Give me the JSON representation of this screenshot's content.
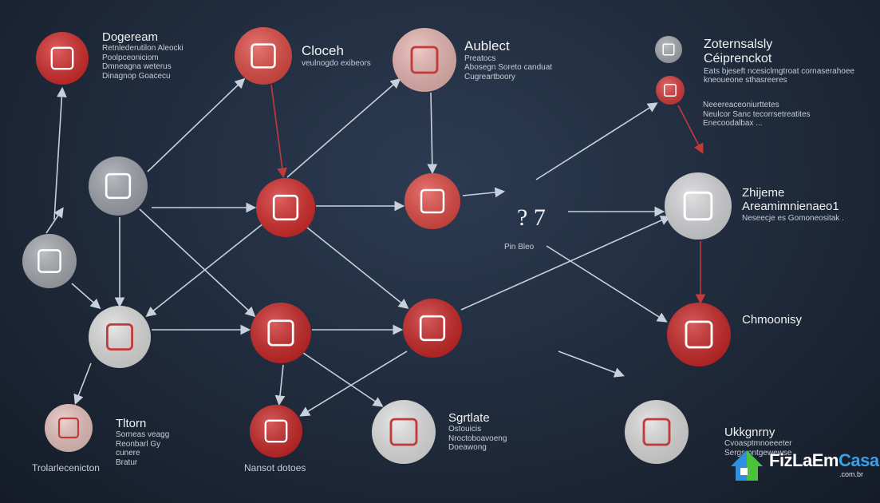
{
  "colors": {
    "background": "#1f2a3b",
    "red": "#d42b2b",
    "coral": "#e04a44",
    "gray": "#b9bcc2",
    "light": "#e3e3e3",
    "edge": "#c9d0dc",
    "red_edge": "#c23a3a"
  },
  "nodes": [
    {
      "id": "n1",
      "icon": "briefcase-icon",
      "fill": "#d42b2b"
    },
    {
      "id": "n2",
      "icon": "home-hexagon-icon",
      "fill": "#e04a44"
    },
    {
      "id": "n3",
      "icon": "document-icon",
      "fill": "#e8b6b2"
    },
    {
      "id": "n4",
      "icon": "tag-icon",
      "fill": "#a5a8ae"
    },
    {
      "id": "n5",
      "icon": "face-icon",
      "fill": "#d43a3a"
    },
    {
      "id": "n6",
      "icon": "swirl-icon",
      "fill": "#9fa3aa"
    },
    {
      "id": "n7",
      "icon": "building-icon",
      "fill": "#d42b2b"
    },
    {
      "id": "n8",
      "icon": "wifi-icon",
      "fill": "#e04a44"
    },
    {
      "id": "n9",
      "icon": "knot-icon",
      "fill": "#a5a8ae"
    },
    {
      "id": "n10",
      "icon": "people-icon",
      "fill": "#d6d7da"
    },
    {
      "id": "n11",
      "icon": "folder-icon",
      "fill": "#dedede"
    },
    {
      "id": "n12",
      "icon": "shield-icon",
      "fill": "#c92626"
    },
    {
      "id": "n13",
      "icon": "wifi-icon",
      "fill": "#c92626"
    },
    {
      "id": "n14",
      "icon": "house-icon",
      "fill": "#c92626"
    },
    {
      "id": "n15",
      "icon": "hexagon-icon",
      "fill": "#e7c3bf"
    },
    {
      "id": "n16",
      "icon": "puzzle-icon",
      "fill": "#c92626"
    },
    {
      "id": "n17",
      "icon": "luggage-icon",
      "fill": "#e2e2e2"
    },
    {
      "id": "n18",
      "icon": "emblem-icon",
      "fill": "#dcdcdc"
    }
  ],
  "labels": {
    "n1": {
      "title": "Dogeream",
      "lines": [
        "Retnlederutilon Aleocki",
        "Poolpceoniciom",
        "Dmneagna weterus",
        "Dinagnop Goacecu"
      ]
    },
    "n2": {
      "title": "Cloceh",
      "lines": [
        "veulnogdo exibeors"
      ]
    },
    "n3": {
      "title": "Aublect",
      "lines": [
        "Preatocs",
        "Abosegn Soreto canduat",
        "Cugreartboory"
      ]
    },
    "n4": {
      "title": "Zoternsalsly",
      "subtitle": "Céiprenckot",
      "lines": [
        "Eats bjeseft ncesiclmgtroat cornaserahoee",
        "kneoueone sthasreeres"
      ]
    },
    "n5": {
      "lines": [
        "Neeereaceoniurttetes",
        "Neulcor Sanc tecorrsetreatites",
        "Enecoodalbax ..."
      ]
    },
    "n10": {
      "title": "Zhijeme",
      "subtitle": "Areamimnienaeo1",
      "lines": [
        "Neseecje es Gomoneositak ."
      ]
    },
    "q": {
      "glyph": "? 7",
      "caption": "Pin Bleo"
    },
    "n14": {
      "title": "Chmoonisy"
    },
    "n15": {
      "title": "Tltorn",
      "lines": [
        "Sorneas veagg",
        "Reonbarl Gy",
        "cunere",
        "Bratur"
      ],
      "caption": "Trolarlecenicton"
    },
    "n16": {
      "caption": "Nansot dotoes"
    },
    "n17": {
      "title": "Sgrtlate",
      "lines": [
        "Ostouicis",
        "Nroctoboavoeng",
        "Doeawong"
      ]
    },
    "n18": {
      "title": "Ukkgnrny",
      "lines": [
        "Cvoasptmnoeeeter",
        "Sergs ontgewewse"
      ]
    }
  },
  "logo": {
    "name_a": "FizLaEm",
    "name_b": "Casa",
    "suffix": ".com.br"
  }
}
